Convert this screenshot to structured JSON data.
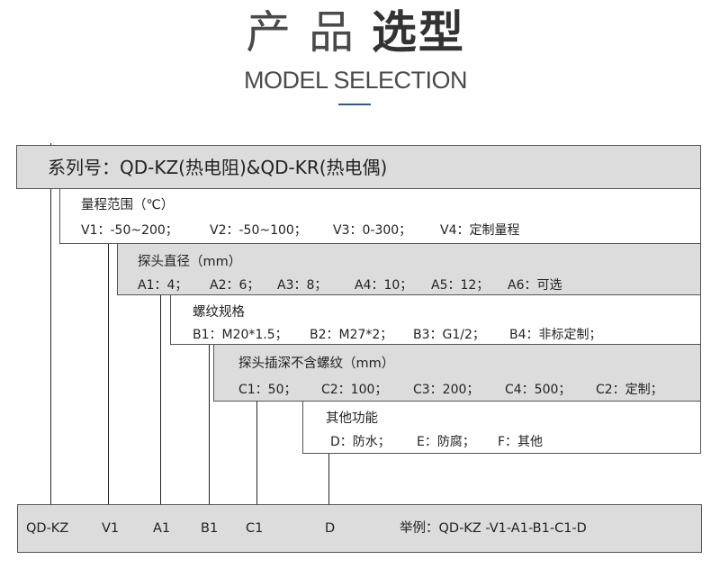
{
  "header": {
    "title_light": "产 品 ",
    "title_bold": "选型",
    "subtitle": "MODEL SELECTION",
    "accent_color": "#2d5a8c"
  },
  "series": {
    "label": "系列号：QD-KZ(热电阻)&QD-KR(热电偶)"
  },
  "sections": [
    {
      "code": "V",
      "title": "量程范围（℃）",
      "options": [
        "V1：-50~200；",
        "V2：-50~100；",
        "V3：0-300；",
        "V4：定制量程"
      ],
      "background": "#ffffff"
    },
    {
      "code": "A",
      "title": "探头直径（mm）",
      "options": [
        "A1：4；",
        "A2：6；",
        "A3：8；",
        "A4：10；",
        "A5：12；",
        "A6：可选"
      ],
      "background": "#dcdcdc"
    },
    {
      "code": "B",
      "title": "螺纹规格",
      "options": [
        "B1：M20*1.5；",
        "B2：M27*2；",
        "B3：G1/2；",
        "B4：非标定制；"
      ],
      "background": "#ffffff"
    },
    {
      "code": "C",
      "title": "探头插深不含螺纹（mm）",
      "options": [
        "C1：50；",
        "C2：100；",
        "C3：200；",
        "C4：500；",
        "C2：定制；"
      ],
      "background": "#dcdcdc"
    },
    {
      "code": "D",
      "title": "其他功能",
      "options": [
        "D：防水；",
        "E：防腐；",
        "F：其他"
      ],
      "background": "#ffffff"
    }
  ],
  "example": {
    "codes": [
      "QD-KZ",
      "V1",
      "A1",
      "B1",
      "C1",
      "D"
    ],
    "label": "举例：QD-KZ -V1-A1-B1-C1-D"
  }
}
